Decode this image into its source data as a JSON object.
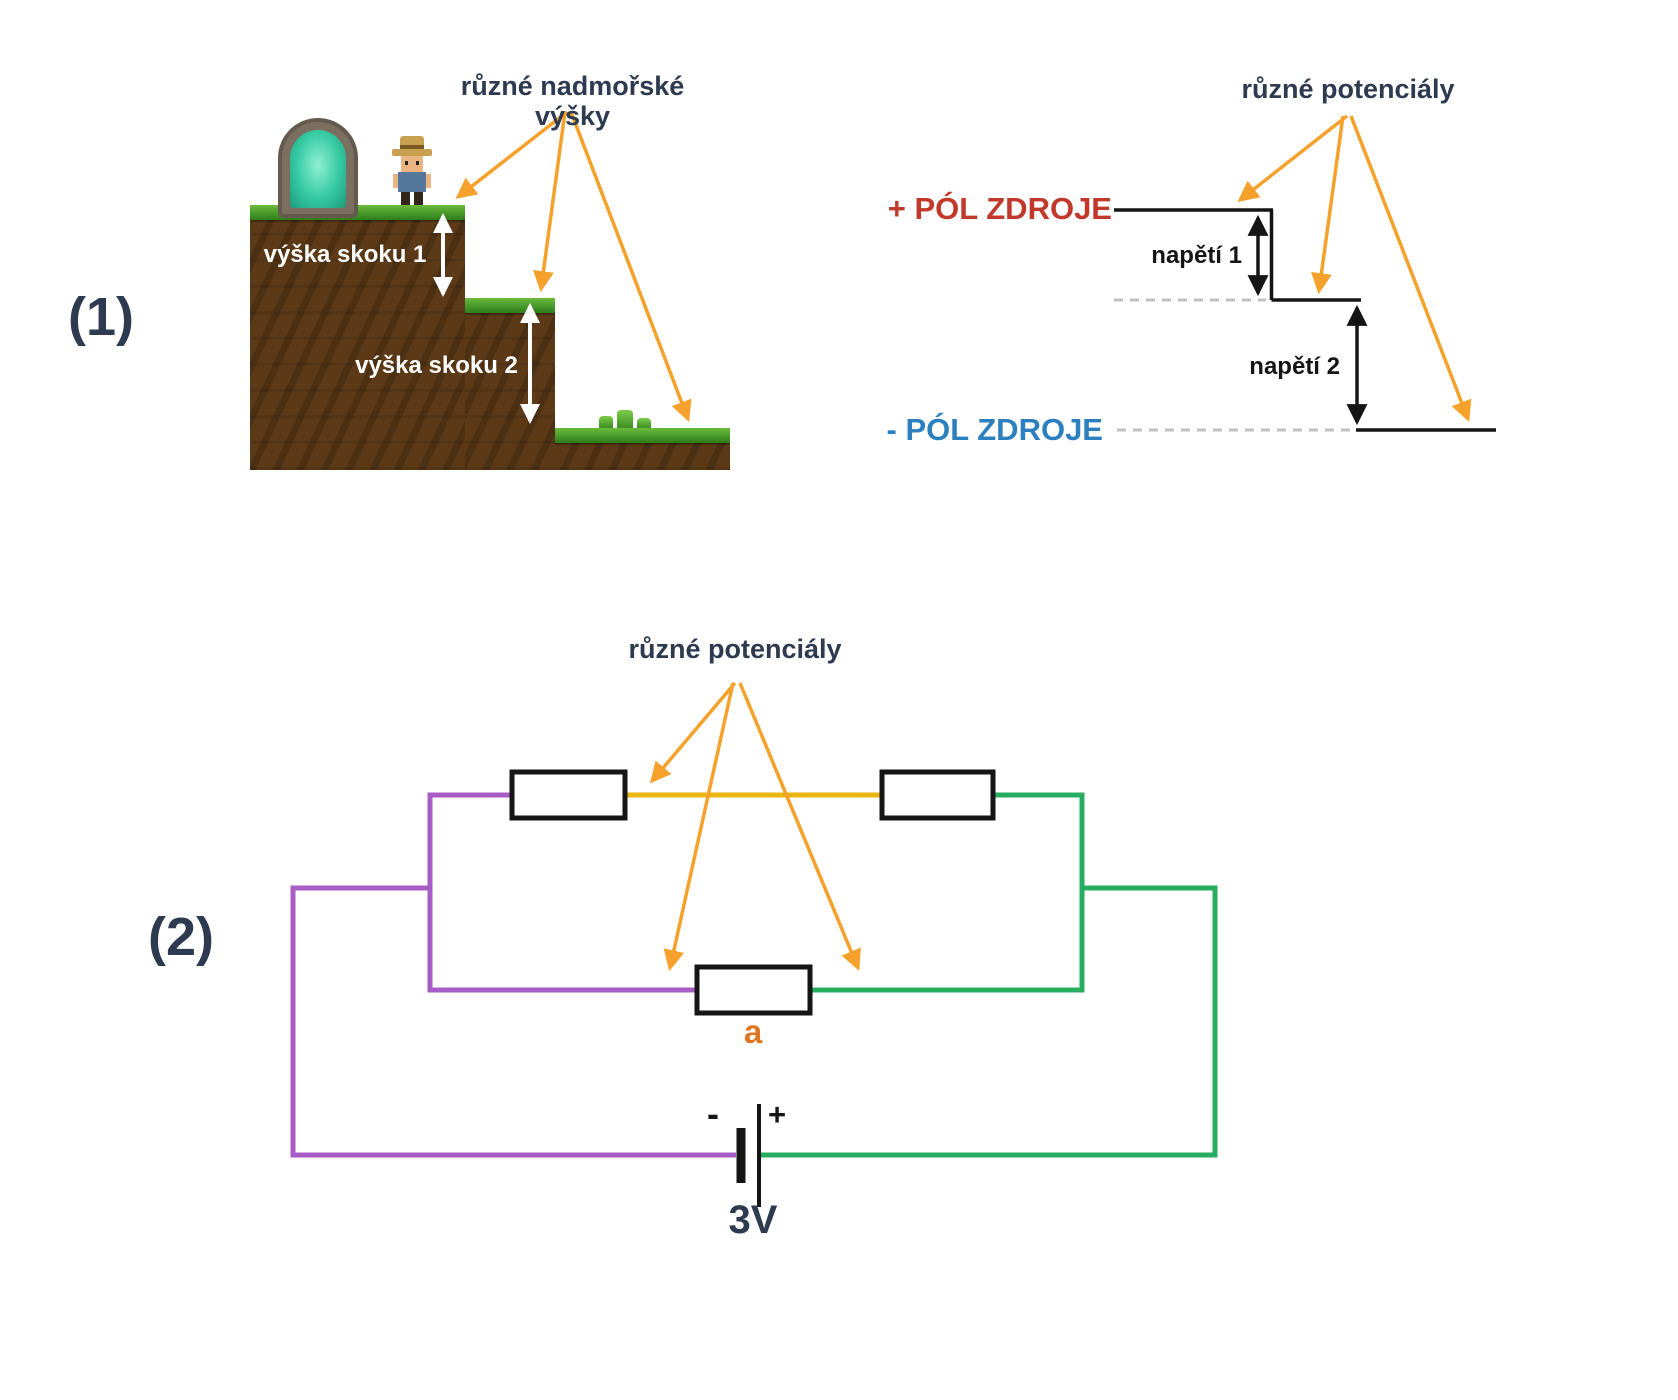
{
  "colors": {
    "text-dark": "#2d3a50",
    "ink": "#151515",
    "accent-orange": "#f5a12b",
    "pol-plus-red": "#c0392b",
    "pol-minus-blue": "#2d80bf",
    "wire-purple": "#a85cc5",
    "wire-green": "#27ad60",
    "wire-yellow": "#e9b511",
    "label-a-orange": "#e0751f",
    "dash-gray": "#c0c0c0",
    "arrow-white": "#ffffff",
    "terrain-brown": "#5c3a17"
  },
  "section1": {
    "index": "(1)",
    "altitude_label": "různé nadmořské výšky",
    "jump1": "výška skoku 1",
    "jump2": "výška skoku 2",
    "potentials_label": "různé potenciály",
    "plus_pole": "+ PÓL ZDROJE",
    "minus_pole": "- PÓL ZDROJE",
    "voltage1": "napětí 1",
    "voltage2": "napětí 2"
  },
  "section2": {
    "index": "(2)",
    "potentials_label": "různé potenciály",
    "resistor_a": "a",
    "battery_minus": "-",
    "battery_plus": "+",
    "battery_voltage": "3V"
  }
}
